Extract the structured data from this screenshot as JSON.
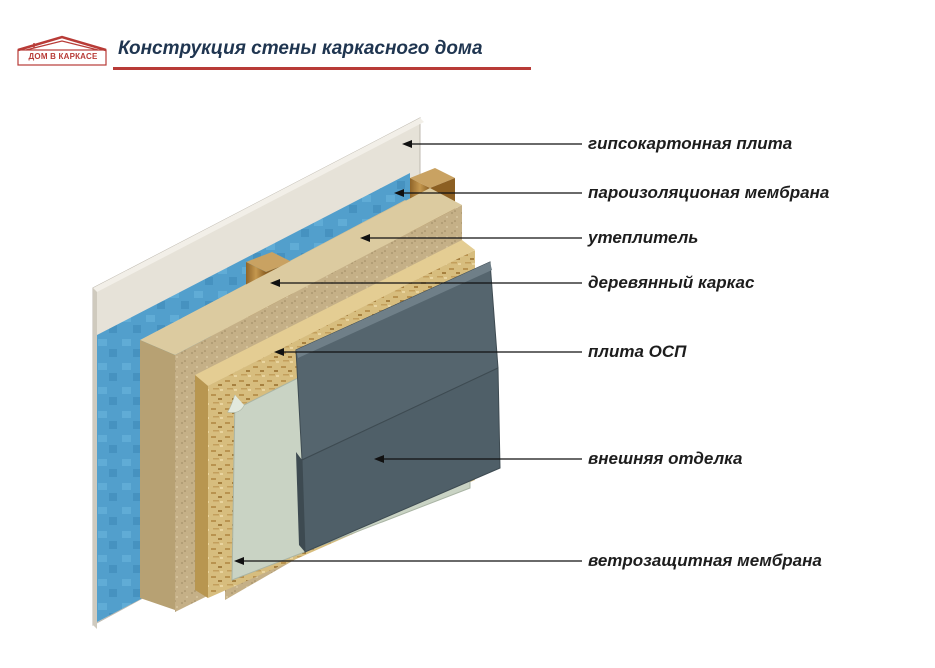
{
  "header": {
    "logo_text": "ДОМ В КАРКАСЕ",
    "title": "Конструкция стены каркасного дома"
  },
  "layers": [
    {
      "label": "гипсокартонная плита"
    },
    {
      "label": "пароизоляционая мембрана"
    },
    {
      "label": "утеплитель"
    },
    {
      "label": "деревянный каркас"
    },
    {
      "label": "плита ОСП"
    },
    {
      "label": "внешняя отделка"
    },
    {
      "label": "ветрозащитная мембрана"
    }
  ],
  "colors": {
    "title": "#1f3550",
    "brand_red": "#b83b37",
    "drywall": "#e6e2d8",
    "vapor_membrane": "#4a9fd0",
    "insulation": "#c7b38a",
    "timber": "#a57a3a",
    "osb": "#d7bd7e",
    "wind_membrane": "#c9d3c4",
    "siding": "#506069"
  }
}
